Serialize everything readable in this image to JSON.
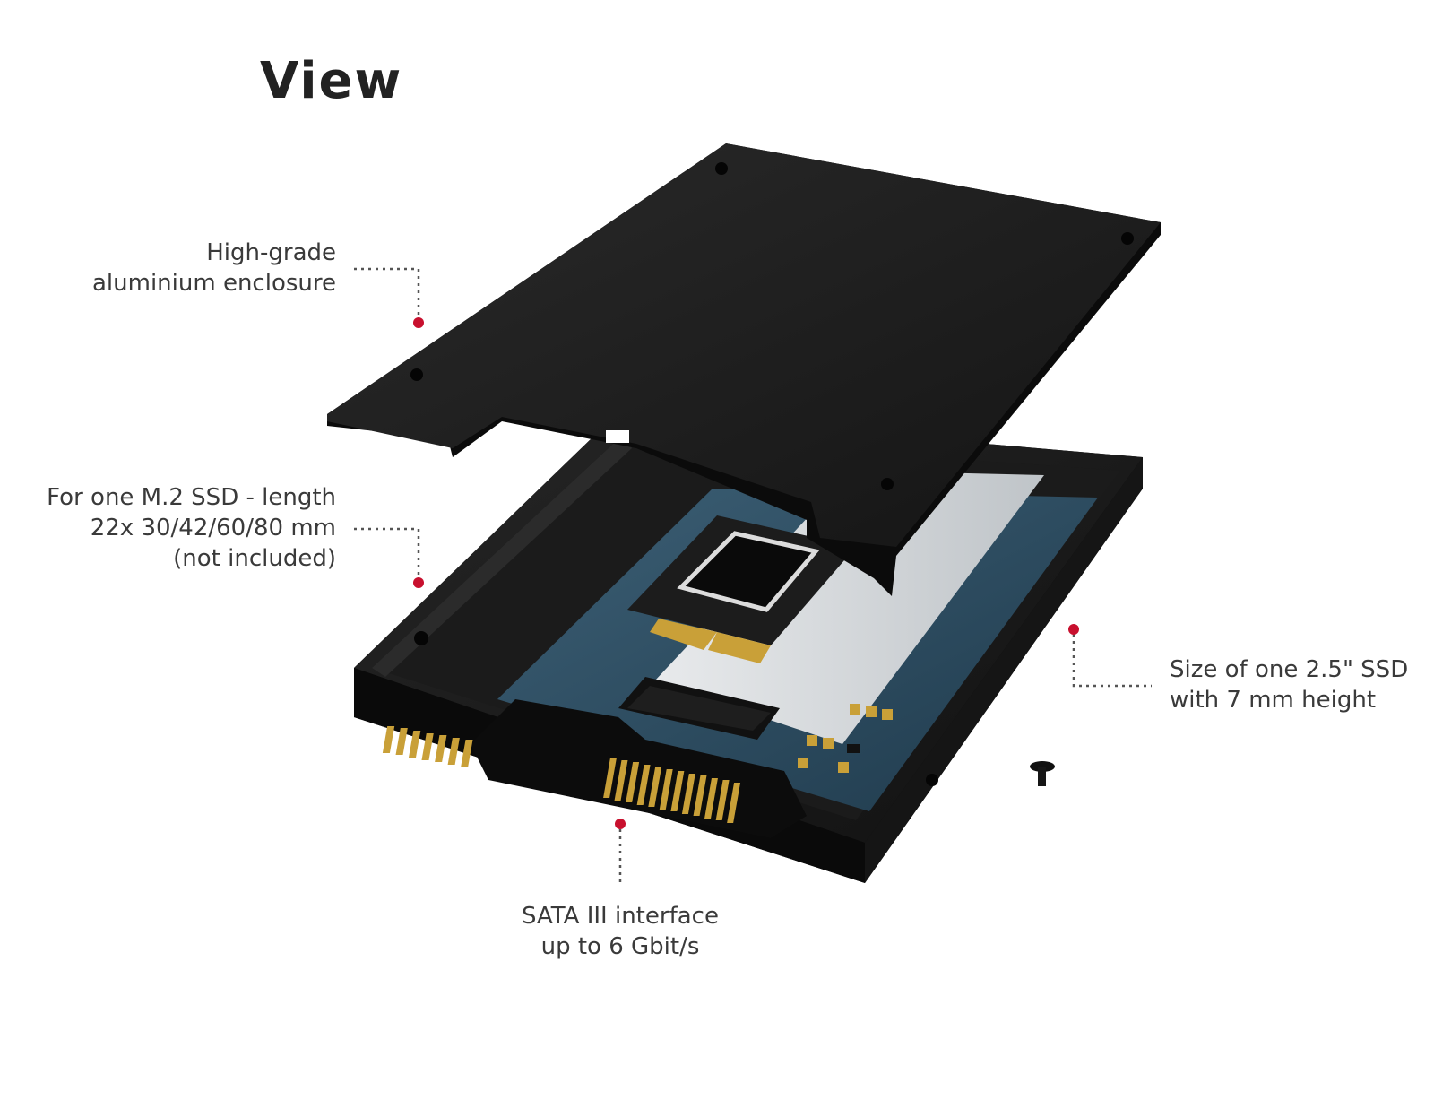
{
  "title": "View",
  "callouts": {
    "enclosure": {
      "lines": [
        "High-grade",
        "aluminium enclosure"
      ]
    },
    "m2": {
      "lines": [
        "For one M.2 SSD - length",
        "22x 30/42/60/80 mm",
        "(not included)"
      ]
    },
    "size": {
      "lines": [
        "Size of one 2.5\" SSD",
        "with 7 mm height"
      ]
    },
    "sata": {
      "lines": [
        "SATA III interface",
        "up to 6 Gbit/s"
      ]
    }
  },
  "colors": {
    "accent": "#c8102e",
    "enclosure_black": "#1e1e1e",
    "board_blue": "#2c4a5e",
    "contacts_gold": "#c9a038",
    "text": "#3a3a3a"
  }
}
